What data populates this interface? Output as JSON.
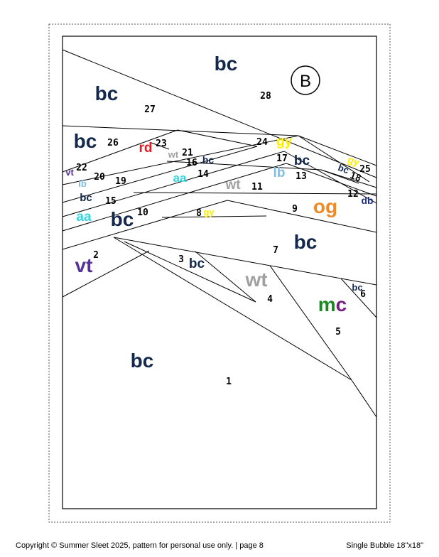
{
  "section_badge": "B",
  "colors": {
    "bc": "#13284b",
    "wt": "#a0a0a0",
    "gy": "#ffee00",
    "rd": "#e31b23",
    "lb": "#7fbde6",
    "aa": "#32d6e0",
    "vt": "#553399",
    "og": "#f08a24",
    "db": "#1c2f7f",
    "mc_m": "#1a8a20",
    "mc_c": "#7a1e82"
  },
  "fabric_labels": [
    {
      "code": "bc",
      "size": "large"
    },
    {
      "code": "bc",
      "size": "large"
    },
    {
      "code": "bc",
      "size": "large"
    },
    {
      "code": "rd",
      "size": "medium"
    },
    {
      "code": "wt",
      "size": "small"
    },
    {
      "code": "bc",
      "size": "small"
    },
    {
      "code": "gy",
      "size": "medium"
    },
    {
      "code": "bc",
      "size": "medium"
    },
    {
      "code": "gy",
      "size": "small"
    },
    {
      "code": "bc",
      "size": "small"
    },
    {
      "code": "vt",
      "size": "small"
    },
    {
      "code": "lb",
      "size": "small"
    },
    {
      "code": "aa",
      "size": "medium"
    },
    {
      "code": "wt",
      "size": "medium"
    },
    {
      "code": "lb",
      "size": "medium"
    },
    {
      "code": "bc",
      "size": "small"
    },
    {
      "code": "db",
      "size": "small"
    },
    {
      "code": "aa",
      "size": "medium"
    },
    {
      "code": "bc",
      "size": "large"
    },
    {
      "code": "gy",
      "size": "small"
    },
    {
      "code": "og",
      "size": "large"
    },
    {
      "code": "bc",
      "size": "large"
    },
    {
      "code": "vt",
      "size": "large"
    },
    {
      "code": "bc",
      "size": "medium"
    },
    {
      "code": "wt",
      "size": "large"
    },
    {
      "code": "bc",
      "size": "small"
    },
    {
      "code": "mc",
      "size": "large"
    },
    {
      "code": "bc",
      "size": "large"
    }
  ],
  "piece_numbers": [
    "1",
    "2",
    "3",
    "4",
    "5",
    "6",
    "7",
    "8",
    "9",
    "10",
    "11",
    "12",
    "13",
    "14",
    "15",
    "16",
    "17",
    "18",
    "19",
    "20",
    "21",
    "22",
    "23",
    "24",
    "25",
    "26",
    "27",
    "28"
  ],
  "footer": {
    "left": "Copyright © Summer Sleet 2025, pattern for personal use only. | page 8",
    "right": "Single Bubble 18\"x18\""
  }
}
